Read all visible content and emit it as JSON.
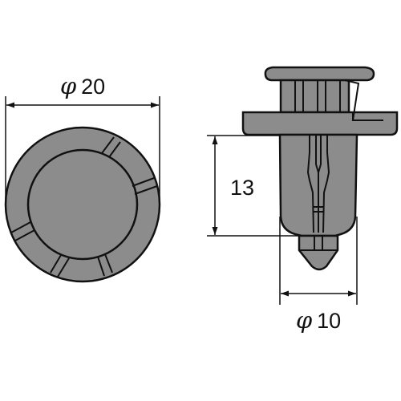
{
  "dimensions": {
    "head_diameter": {
      "symbol": "φ",
      "value": "20"
    },
    "shank_length": {
      "value": "13"
    },
    "shank_diameter": {
      "symbol": "φ",
      "value": "10"
    }
  },
  "colors": {
    "part_fill": "#8c8c8c",
    "part_fill_dark": "#7a7a7a",
    "outline": "#111111",
    "background": "#ffffff"
  }
}
